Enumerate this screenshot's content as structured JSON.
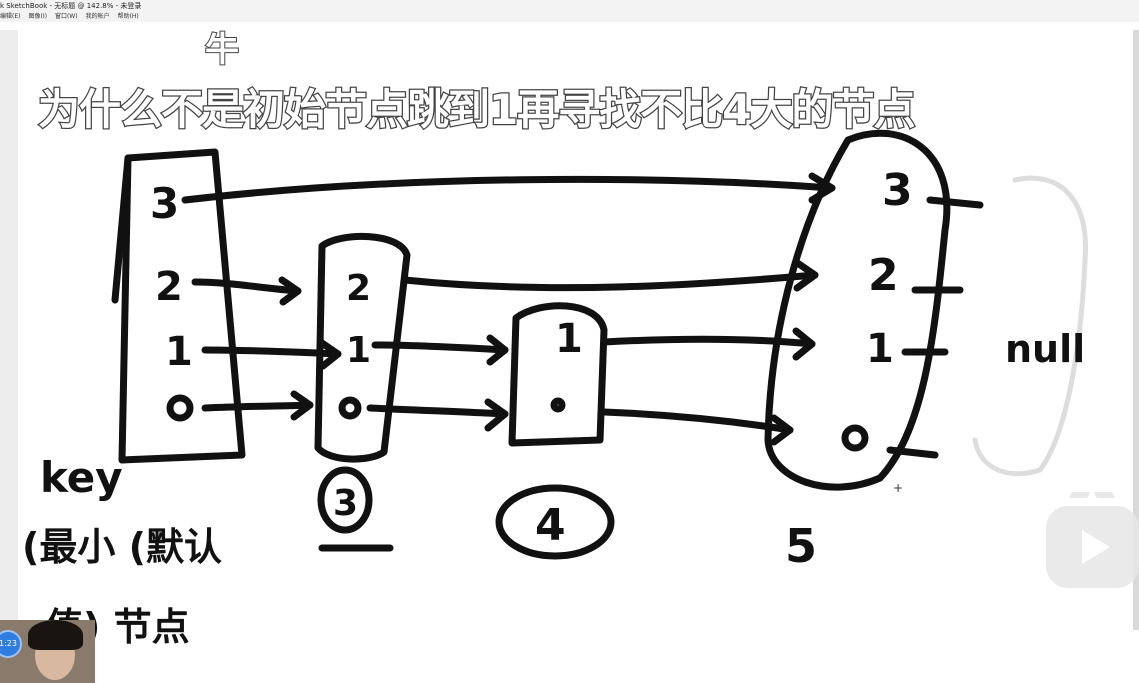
{
  "window": {
    "title": "k SketchBook - 无标题 @ 142.8% - 未登录",
    "menu": [
      "编辑(E)",
      "图像(I)",
      "窗口(W)",
      "我的帐户",
      "帮助(H)"
    ]
  },
  "subtitles": {
    "top": "牛",
    "main": "为什么不是初始节点跳到1再寻找不比4大的节点"
  },
  "handwriting": {
    "head_levels": [
      "3",
      "2",
      "1",
      "0"
    ],
    "node3_levels": [
      "2",
      "1",
      "0"
    ],
    "node4_levels": [
      "1",
      "0"
    ],
    "node5_levels": [
      "3",
      "2",
      "1",
      "0"
    ],
    "node3_value": "3",
    "node4_value": "4",
    "node5_value": "5",
    "null_label": "null",
    "key_label": "key",
    "note_line1": "(最小 (默认",
    "note_line2": "值) 节点"
  },
  "overlay": {
    "timer": "1:23"
  },
  "colors": {
    "ink": "#111111",
    "titlebar": "#f3f3f3",
    "badge": "#2f7de1"
  }
}
